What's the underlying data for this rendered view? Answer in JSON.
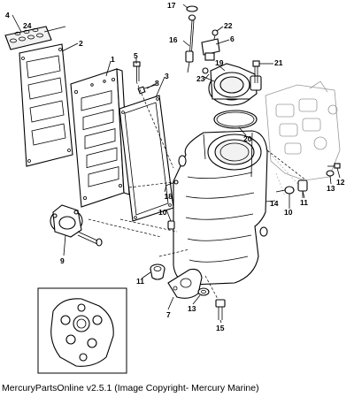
{
  "caption": "MercuryPartsOnline v2.5.1 (Image Copyright- Mercury Marine)",
  "callouts": [
    "4",
    "24",
    "2",
    "1",
    "5",
    "8",
    "3",
    "17",
    "16",
    "22",
    "6",
    "19",
    "23",
    "21",
    "20",
    "12",
    "13",
    "11",
    "10",
    "14",
    "18",
    "10",
    "9",
    "11",
    "7",
    "13",
    "15"
  ]
}
